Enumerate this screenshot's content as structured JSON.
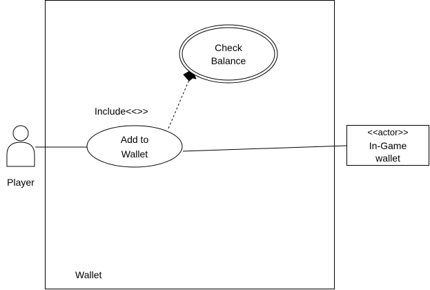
{
  "diagram": {
    "system_boundary": {
      "label": "Wallet"
    },
    "actors": {
      "player": {
        "label": "Player"
      },
      "in_game_wallet": {
        "stereotype": "<<actor>>",
        "line1": "In-Game",
        "line2": "wallet"
      }
    },
    "use_cases": {
      "add_to_wallet": {
        "line1": "Add to",
        "line2": "Wallet"
      },
      "check_balance": {
        "line1": "Check",
        "line2": "Balance"
      }
    },
    "relations": {
      "include": {
        "label": "Include<<>>"
      }
    },
    "colors": {
      "stroke": "#000000",
      "fill": "#ffffff",
      "background": "#ffffff"
    }
  }
}
